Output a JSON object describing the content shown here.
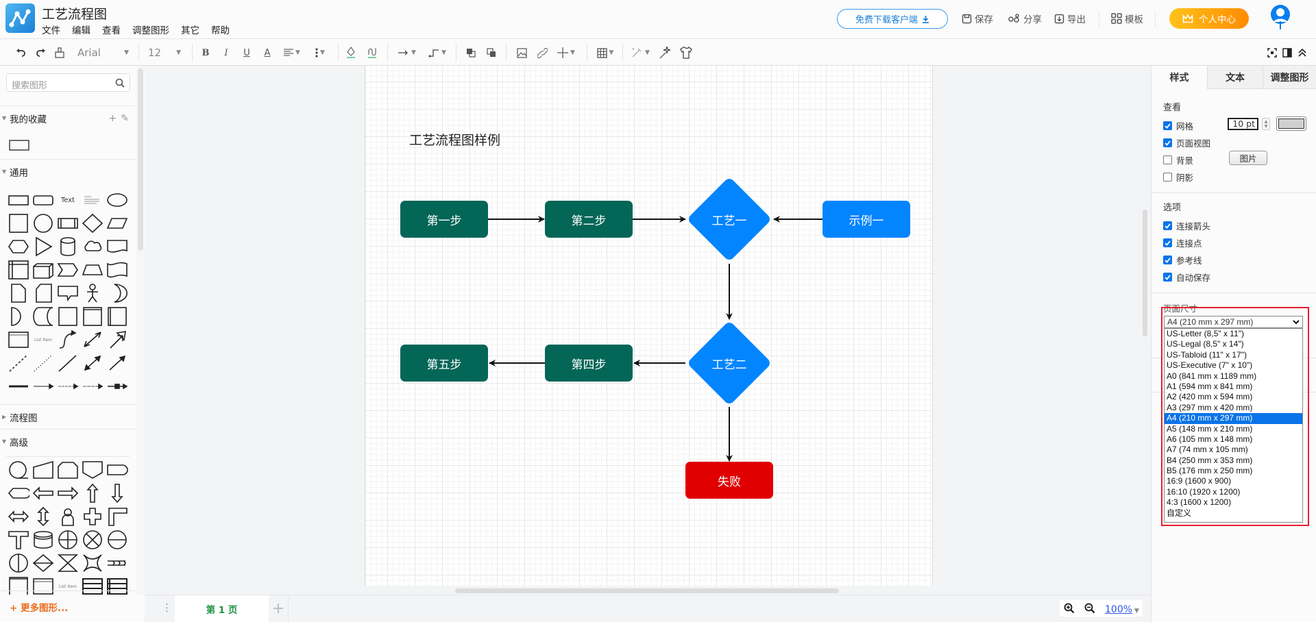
{
  "app": {
    "title": "工艺流程图",
    "menu": [
      "文件",
      "编辑",
      "查看",
      "调整图形",
      "其它",
      "帮助"
    ],
    "download_label": "免费下载客户端",
    "actions": {
      "save": "保存",
      "share": "分享",
      "export": "导出",
      "templates": "模板"
    },
    "vip_label": "个人中心",
    "accent_color": "#0a74e8"
  },
  "toolbar": {
    "font_family": "Arial",
    "font_size": "12",
    "bold": "B",
    "italic": "I",
    "underline": "U",
    "font_color": "A"
  },
  "sidebar": {
    "search_placeholder": "搜索图形",
    "sections": [
      {
        "label": "我的收藏",
        "expanded": true
      },
      {
        "label": "通用",
        "expanded": true
      },
      {
        "label": "流程图",
        "expanded": false
      },
      {
        "label": "高级",
        "expanded": true
      }
    ],
    "text_shape_label": "Text",
    "list_item_label": "List Item",
    "more_shapes": "+ 更多图形..."
  },
  "diagram": {
    "title": "工艺流程图样例",
    "nodes": {
      "step1": "第一步",
      "step2": "第二步",
      "process1": "工艺一",
      "example1": "示例一",
      "process2": "工艺二",
      "step4": "第四步",
      "step5": "第五步",
      "fail": "失败"
    },
    "colors": {
      "green": "#036657",
      "blue": "#0385ff",
      "red": "#e00000"
    }
  },
  "bottom": {
    "page_tab": "第 1 页",
    "add_page": "+",
    "zoom": "100%"
  },
  "panel": {
    "tabs": [
      "样式",
      "文本",
      "调整图形"
    ],
    "view_heading": "查看",
    "view_options": [
      {
        "label": "网格",
        "checked": true
      },
      {
        "label": "页面视图",
        "checked": true
      },
      {
        "label": "背景",
        "checked": false
      },
      {
        "label": "阴影",
        "checked": false
      }
    ],
    "grid_size": "10 pt",
    "image_button": "图片",
    "options_heading": "选项",
    "options": [
      {
        "label": "连接箭头",
        "checked": true
      },
      {
        "label": "连接点",
        "checked": true
      },
      {
        "label": "参考线",
        "checked": true
      },
      {
        "label": "自动保存",
        "checked": true
      }
    ],
    "page_size_label": "页面尺寸",
    "page_size_selected": "A4 (210 mm x 297 mm)",
    "page_size_options": [
      "US-Letter (8,5\" x 11\")",
      "US-Legal (8,5\" x 14\")",
      "US-Tabloid (11\" x 17\")",
      "US-Executive (7\" x 10\")",
      "A0 (841 mm x 1189 mm)",
      "A1 (594 mm x 841 mm)",
      "A2 (420 mm x 594 mm)",
      "A3 (297 mm x 420 mm)",
      "A4 (210 mm x 297 mm)",
      "A5 (148 mm x 210 mm)",
      "A6 (105 mm x 148 mm)",
      "A7 (74 mm x 105 mm)",
      "B4 (250 mm x 353 mm)",
      "B5 (176 mm x 250 mm)",
      "16:9 (1600 x 900)",
      "16:10 (1920 x 1200)",
      "4:3 (1600 x 1200)",
      "自定义"
    ],
    "highlight_color": "#e6202e"
  }
}
